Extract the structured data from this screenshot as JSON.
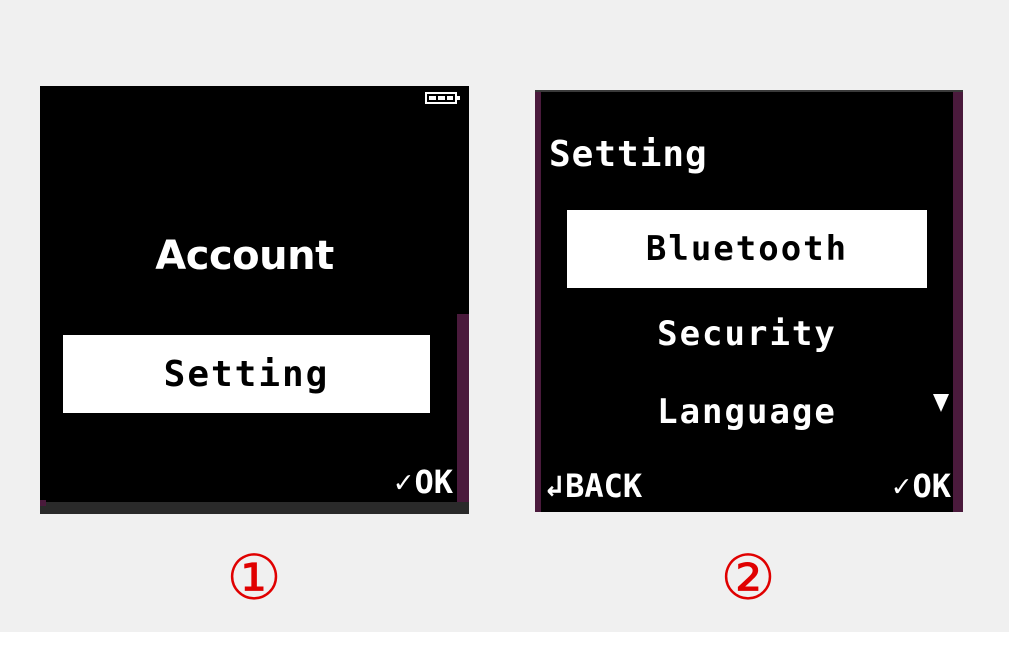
{
  "colors": {
    "background": "#f0f0f0",
    "screen": "#000000",
    "highlight": "#ffffff",
    "text": "#ffffff",
    "step_label": "#e00000",
    "edge": "#4a1a3c"
  },
  "screen1": {
    "status_icon": "battery-icon",
    "menu": {
      "account": "Account",
      "setting": "Setting"
    },
    "softkey_right": {
      "icon": "check-icon",
      "label": "OK"
    }
  },
  "screen2": {
    "title": "Setting",
    "menu": {
      "bluetooth": "Bluetooth",
      "security": "Security",
      "language": "Language"
    },
    "scroll_indicator": "down-triangle-icon",
    "softkey_left": {
      "icon": "back-arrow-icon",
      "label": "BACK"
    },
    "softkey_right": {
      "icon": "check-icon",
      "label": "OK"
    }
  },
  "step_labels": [
    "①",
    "②"
  ]
}
